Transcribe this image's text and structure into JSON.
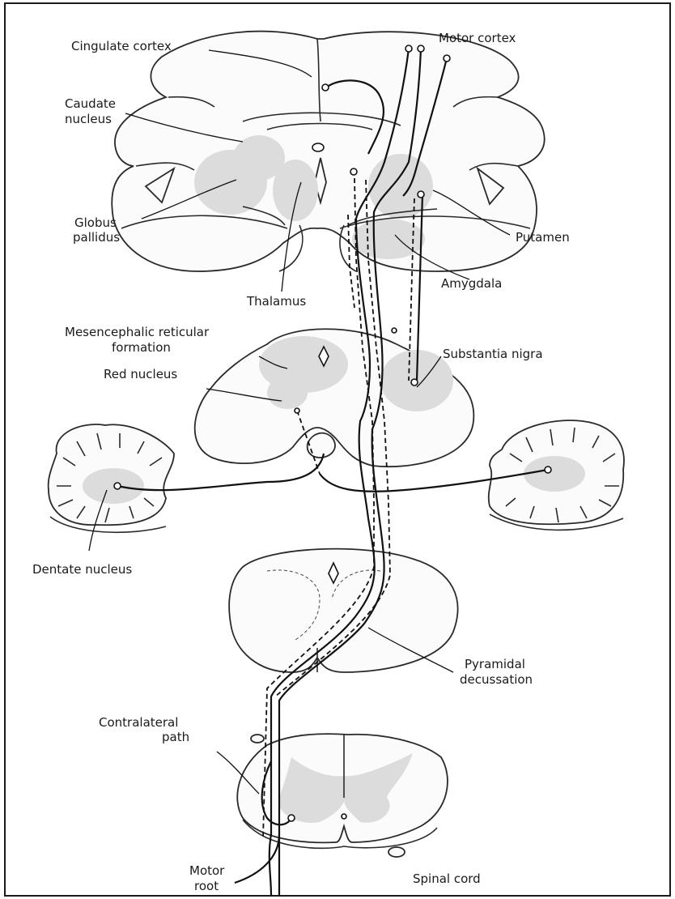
{
  "labels": {
    "cingulate_cortex": "Cingulate cortex",
    "motor_cortex": "Motor cortex",
    "caudate_nucleus_1": "Caudate",
    "caudate_nucleus_2": "nucleus",
    "putamen": "Putamen",
    "globus_pallidus_1": "Globus",
    "globus_pallidus_2": "pallidus",
    "thalamus": "Thalamus",
    "amygdala": "Amygdala",
    "mesencephalic_1": "Mesencephalic reticular",
    "mesencephalic_2": "formation",
    "substantia_nigra": "Substantia nigra",
    "red_nucleus": "Red nucleus",
    "dentate_nucleus": "Dentate nucleus",
    "pyramidal_1": "Pyramidal",
    "pyramidal_2": "decussation",
    "contralateral_1": "Contralateral",
    "contralateral_2": "path",
    "motor_root_1": "Motor",
    "motor_root_2": "root",
    "spinal_cord": "Spinal cord"
  },
  "colors": {
    "line": "#111111",
    "tissue": "#fbfbfb",
    "nucleus_shading": "#dcdcdc",
    "border": "#1a1a1a"
  }
}
